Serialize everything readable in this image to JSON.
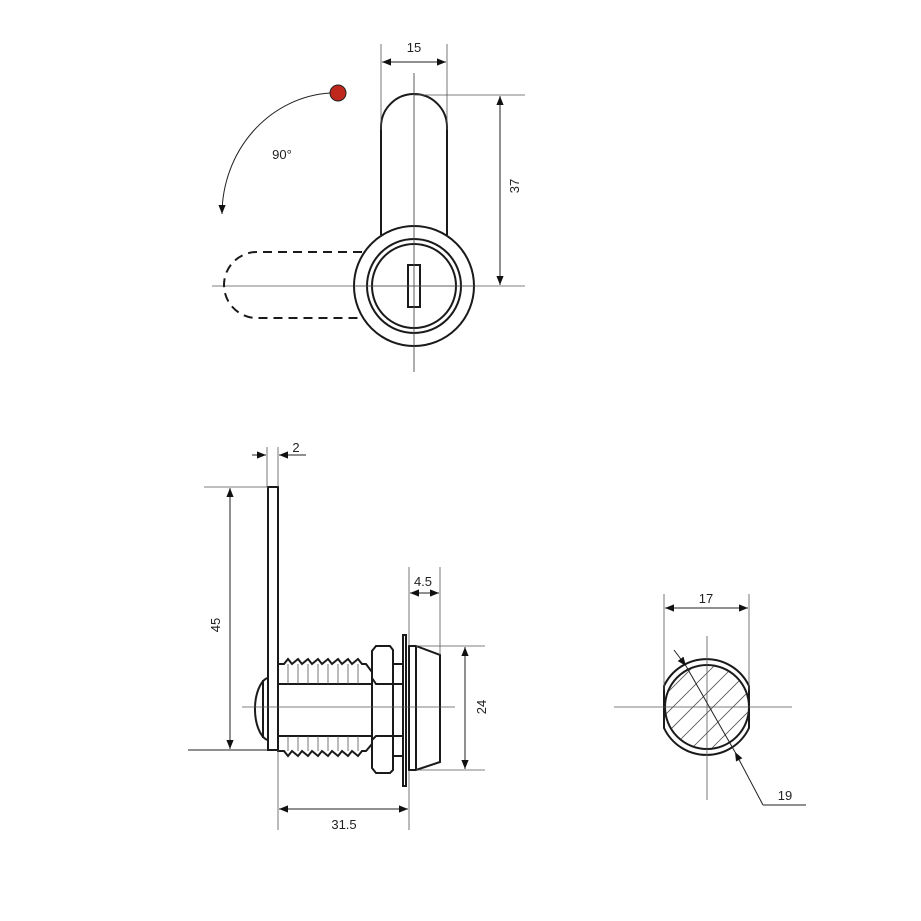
{
  "front_view": {
    "width_label": "15",
    "height_label": "37",
    "rotation_label": "90°",
    "rotation_dot_color": "#c0281e"
  },
  "side_view": {
    "cam_thickness_label": "2",
    "cam_length_label": "45",
    "bezel_depth_label": "4.5",
    "bezel_diameter_label": "24",
    "body_length_label": "31.5"
  },
  "cross_section": {
    "flat_width_label": "17",
    "diameter_label": "19"
  }
}
